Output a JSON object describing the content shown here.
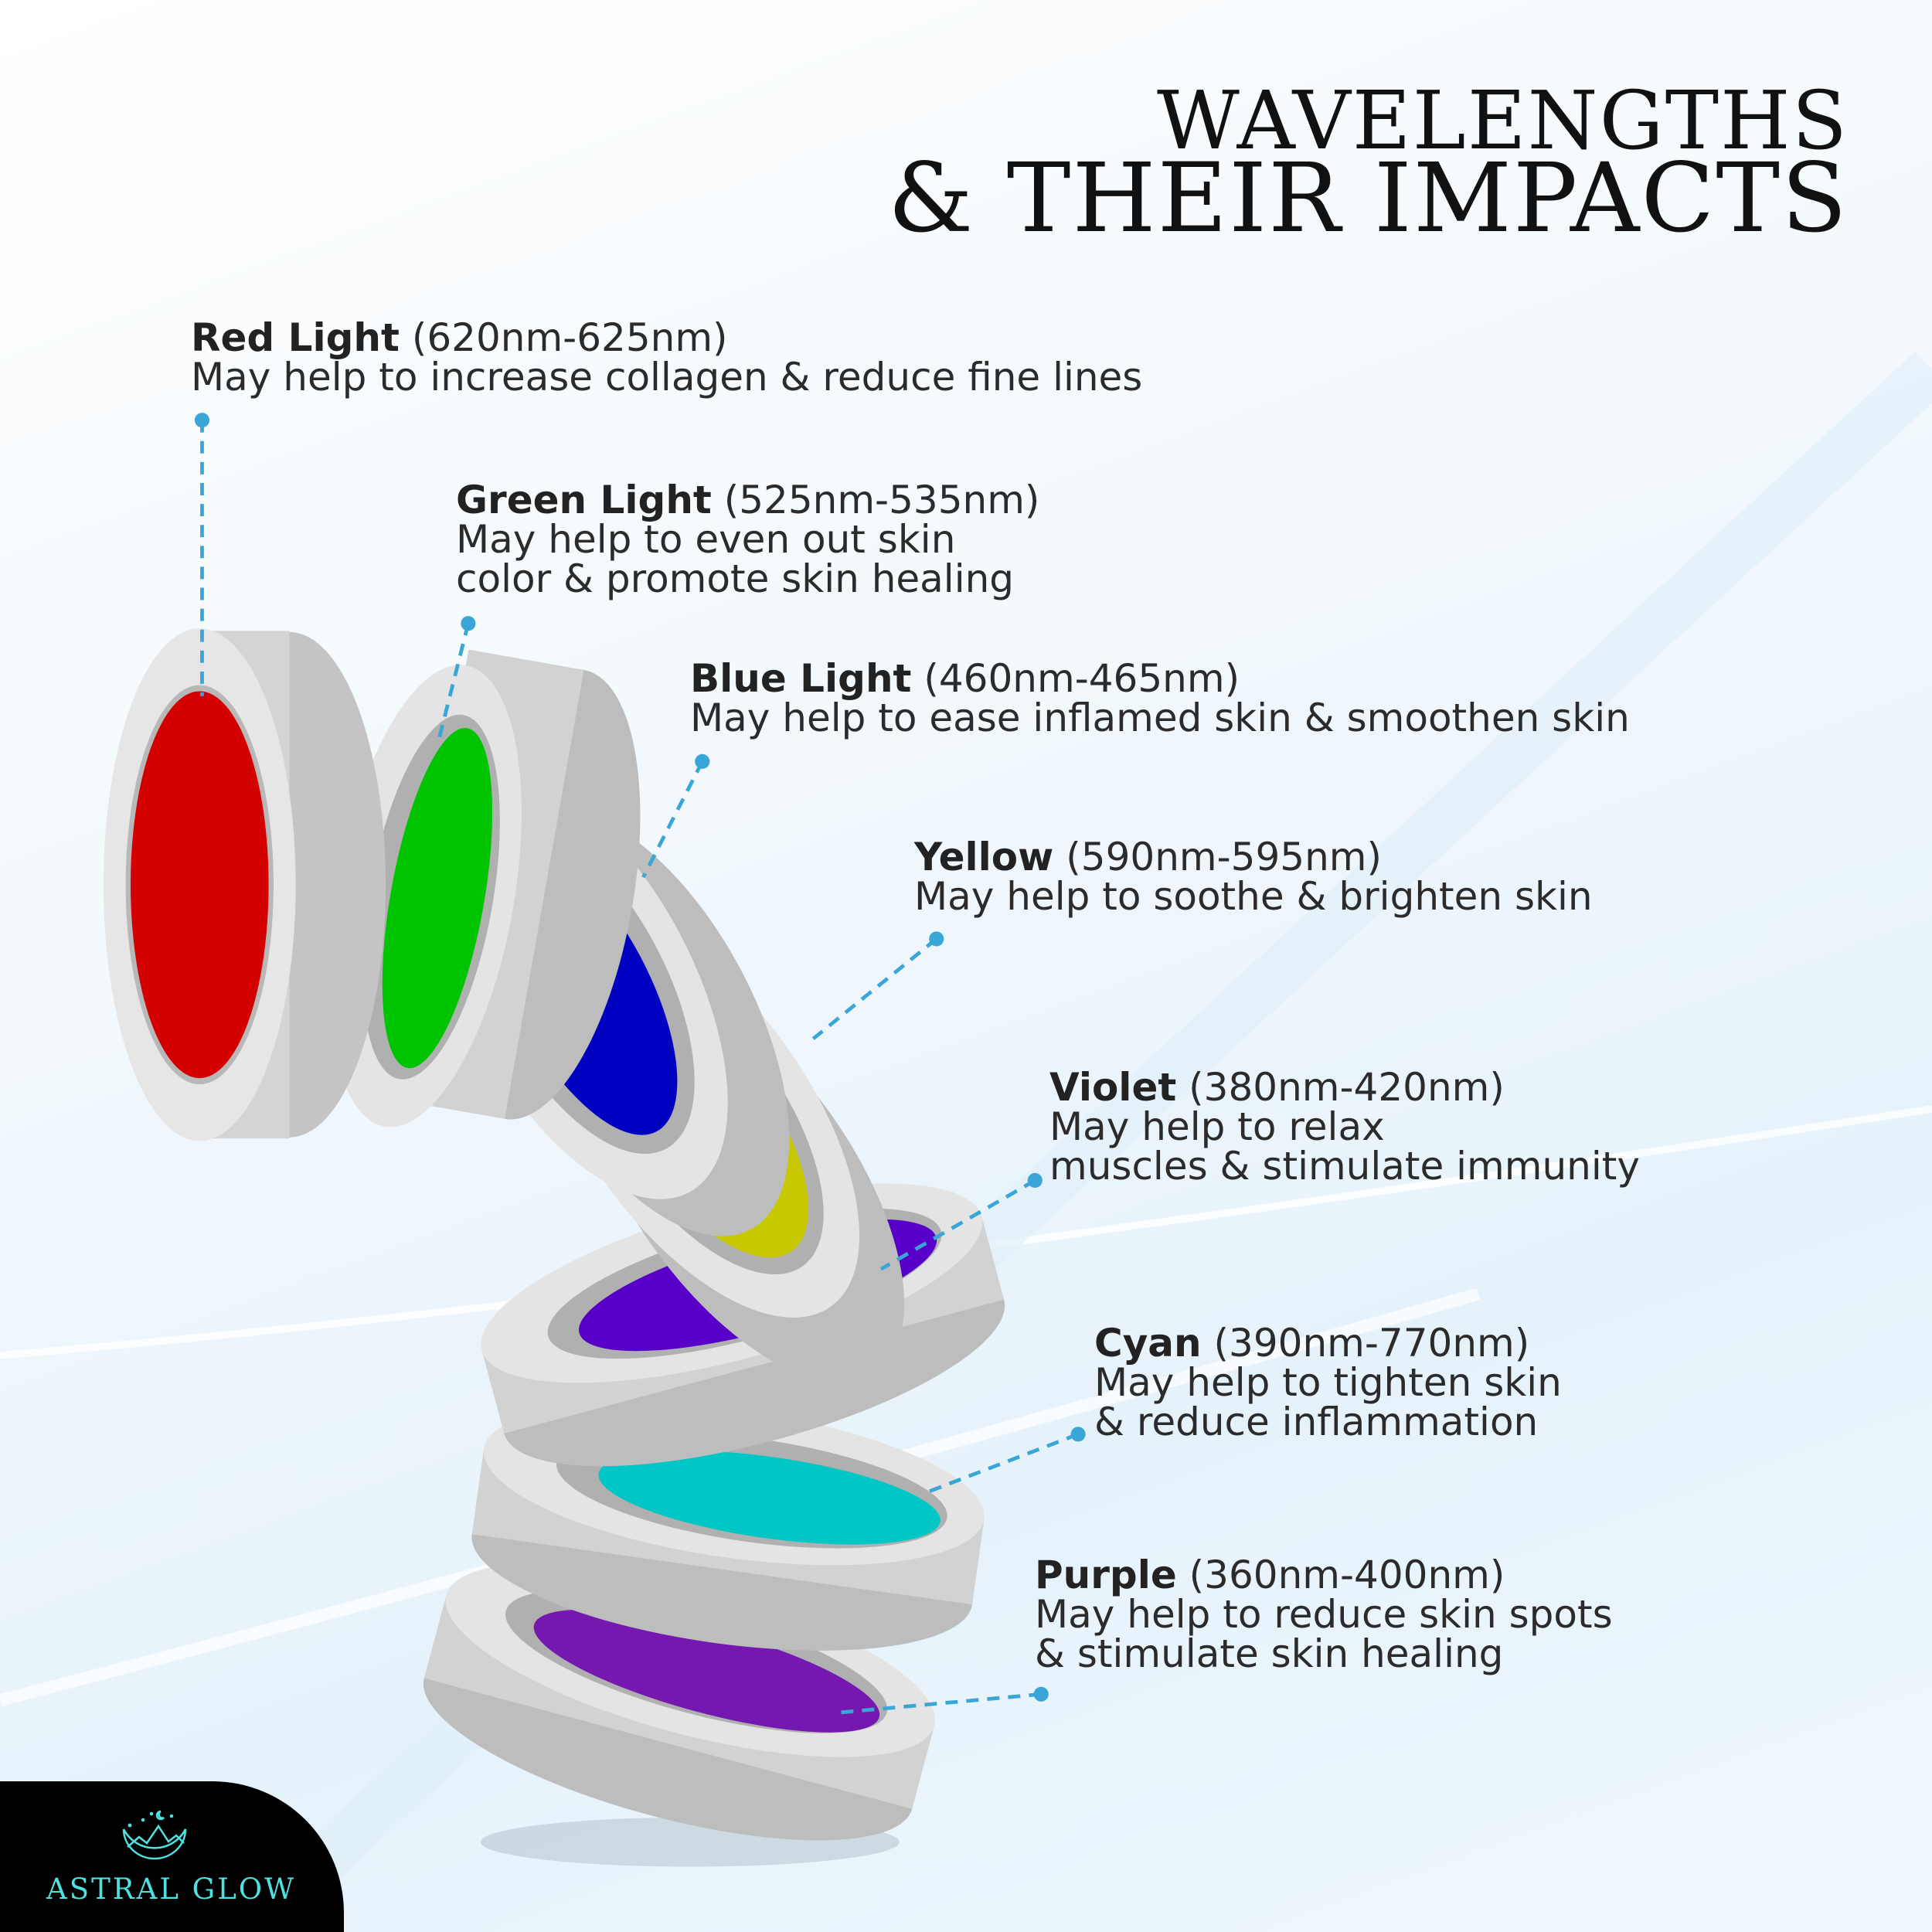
{
  "title": {
    "line1": "WAVELENGTHS",
    "line2": "& THEIR IMPACTS"
  },
  "lights": [
    {
      "name": "Red Light",
      "range": "(620nm-625nm)",
      "lines": [
        "May help to increase collagen & reduce fine lines"
      ],
      "color": "#d40000"
    },
    {
      "name": "Green Light",
      "range": "(525nm-535nm)",
      "lines": [
        "May help to even out skin",
        "color & promote skin healing"
      ],
      "color": "#00c400"
    },
    {
      "name": "Blue Light",
      "range": "(460nm-465nm)",
      "lines": [
        "May help to ease inflamed skin & smoothen skin"
      ],
      "color": "#0000c0"
    },
    {
      "name": "Yellow",
      "range": "(590nm-595nm)",
      "lines": [
        "May help to soothe & brighten skin"
      ],
      "color": "#c8c800"
    },
    {
      "name": "Violet",
      "range": "(380nm-420nm)",
      "lines": [
        "May help to relax",
        "muscles & stimulate immunity"
      ],
      "color": "#5800c8"
    },
    {
      "name": "Cyan",
      "range": "(390nm-770nm)",
      "lines": [
        "May help to tighten skin",
        "& reduce inflammation"
      ],
      "color": "#00c6c6"
    },
    {
      "name": "Purple",
      "range": "(360nm-400nm)",
      "lines": [
        "May help to reduce skin spots",
        "& stimulate skin healing"
      ],
      "color": "#7418b0"
    }
  ],
  "logo": {
    "name": "ASTRAL GLOW",
    "color": "#4fe0e0"
  },
  "accent": "#3aa6d8"
}
